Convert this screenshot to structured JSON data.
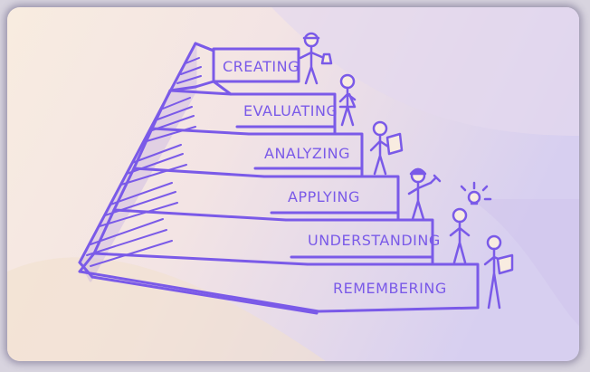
{
  "colors": {
    "ink": "#7a5ae8",
    "bg_warm": "#f8ece0",
    "bg_lavender": "#ddd6f2"
  },
  "levels": [
    {
      "label": "CREATING"
    },
    {
      "label": "EVALUATING"
    },
    {
      "label": "ANALYZING"
    },
    {
      "label": "APPLYING"
    },
    {
      "label": "UNDERSTANDING"
    },
    {
      "label": "REMEMBERING"
    }
  ]
}
